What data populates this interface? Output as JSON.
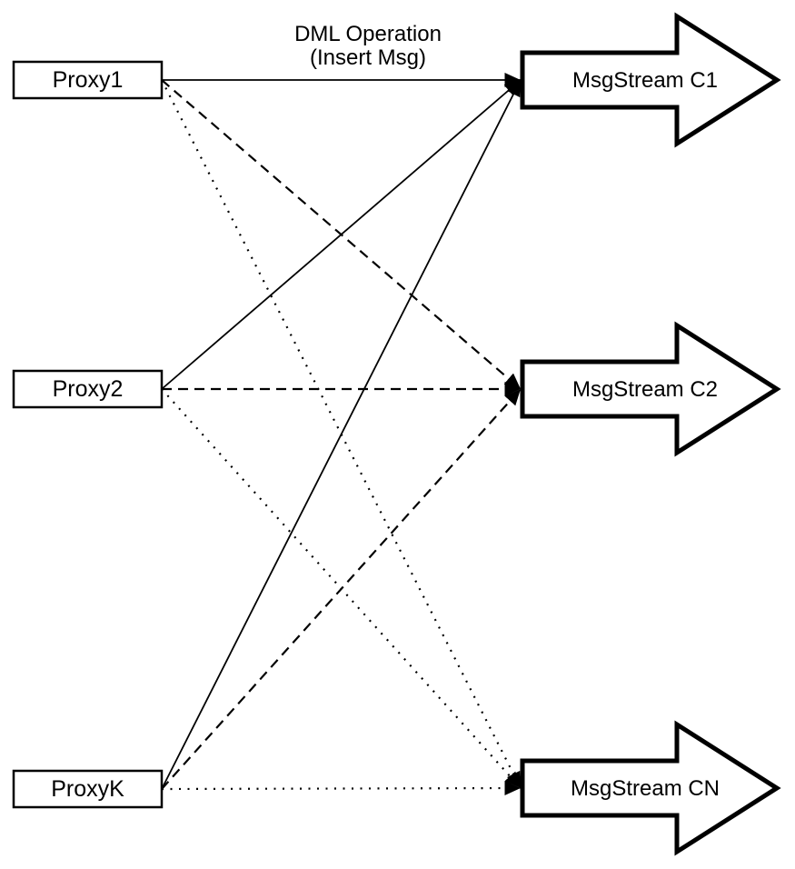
{
  "title": {
    "line1": "DML Operation",
    "line2": "(Insert Msg)"
  },
  "nodes": {
    "proxies": [
      {
        "id": "proxy1",
        "label": "Proxy1"
      },
      {
        "id": "proxy2",
        "label": "Proxy2"
      },
      {
        "id": "proxyk",
        "label": "ProxyK"
      }
    ],
    "streams": [
      {
        "id": "c1",
        "label": "MsgStream C1"
      },
      {
        "id": "c2",
        "label": "MsgStream C2"
      },
      {
        "id": "cn",
        "label": "MsgStream CN"
      }
    ]
  },
  "edges": [
    {
      "from": "proxy1",
      "to": "c1",
      "style": "solid"
    },
    {
      "from": "proxy1",
      "to": "c2",
      "style": "dashed"
    },
    {
      "from": "proxy1",
      "to": "cn",
      "style": "dotted"
    },
    {
      "from": "proxy2",
      "to": "c1",
      "style": "solid"
    },
    {
      "from": "proxy2",
      "to": "c2",
      "style": "dashed"
    },
    {
      "from": "proxy2",
      "to": "cn",
      "style": "dotted"
    },
    {
      "from": "proxyk",
      "to": "c1",
      "style": "solid"
    },
    {
      "from": "proxyk",
      "to": "c2",
      "style": "dashed"
    },
    {
      "from": "proxyk",
      "to": "cn",
      "style": "dotted"
    }
  ],
  "colors": {
    "ink": "#000000",
    "paper": "#ffffff"
  }
}
